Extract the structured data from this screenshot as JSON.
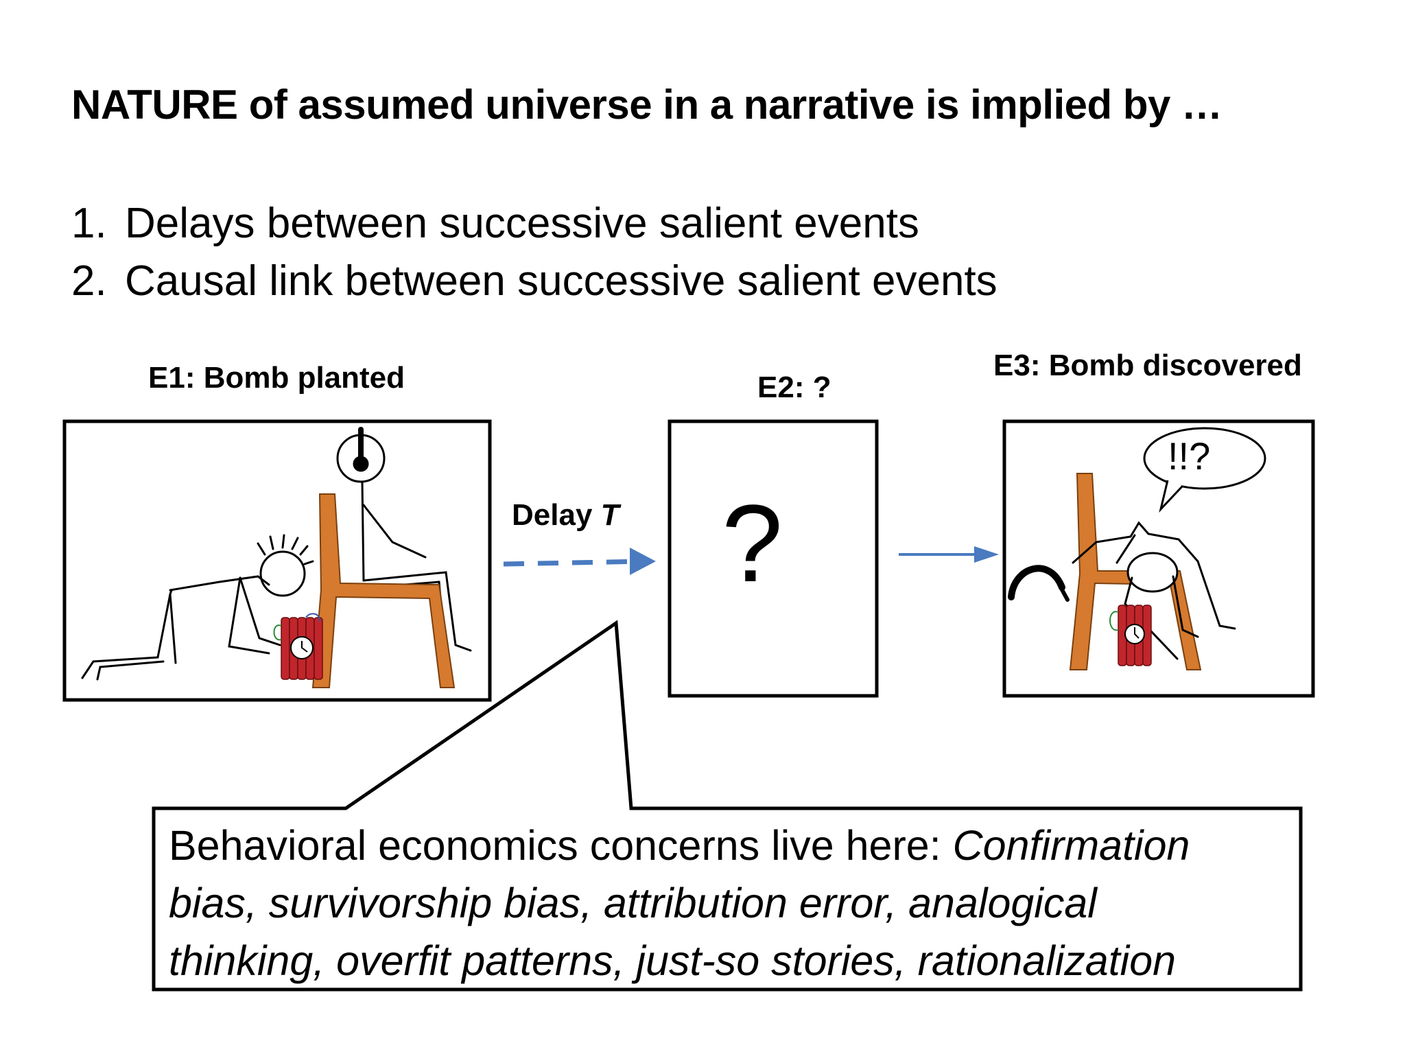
{
  "title": "NATURE of assumed universe in a narrative is  implied by …",
  "list": [
    {
      "num": "1.",
      "text": "Delays between successive salient events"
    },
    {
      "num": "2.",
      "text": "Causal link between successive salient events"
    }
  ],
  "events": {
    "e1": "E1: Bomb planted",
    "e2": "E2: ?",
    "e3": "E3: Bomb discovered"
  },
  "delay": {
    "label": "Delay ",
    "var": "T"
  },
  "e2_symbol": "?",
  "speech_bubble": "!!?",
  "callout": {
    "plain": "Behavioral economics concerns live here: ",
    "italic_line1": "Confirmation",
    "italic_line2": "bias, survivorship bias, attribution error, analogical",
    "italic_line3": "thinking, overfit patterns, just-so stories, rationalization"
  },
  "colors": {
    "arrow": "#4a7bc0",
    "chair": "#d57a2e",
    "bomb": "#c0262b"
  }
}
